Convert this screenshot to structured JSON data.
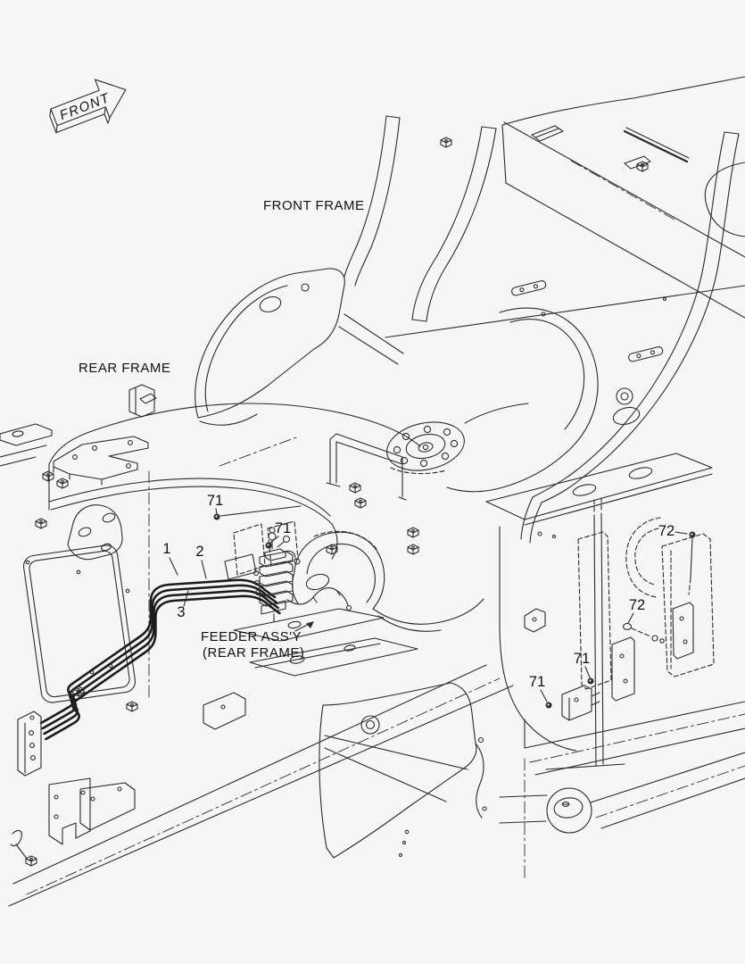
{
  "page": {
    "background_color": "#f6f6f6",
    "line_color": "#2b2b2b",
    "type": "exploded parts diagram"
  },
  "orientation_arrow": {
    "label": "FRONT"
  },
  "part_labels": {
    "front_frame": "FRONT FRAME",
    "rear_frame": "REAR FRAME",
    "feeder_line1": "FEEDER ASS'Y",
    "feeder_line2": "(REAR FRAME)"
  },
  "callouts": [
    {
      "ref": "71"
    },
    {
      "ref": "71"
    },
    {
      "ref": "1"
    },
    {
      "ref": "2"
    },
    {
      "ref": "3"
    },
    {
      "ref": "72"
    },
    {
      "ref": "72"
    },
    {
      "ref": "71"
    },
    {
      "ref": "71"
    }
  ]
}
